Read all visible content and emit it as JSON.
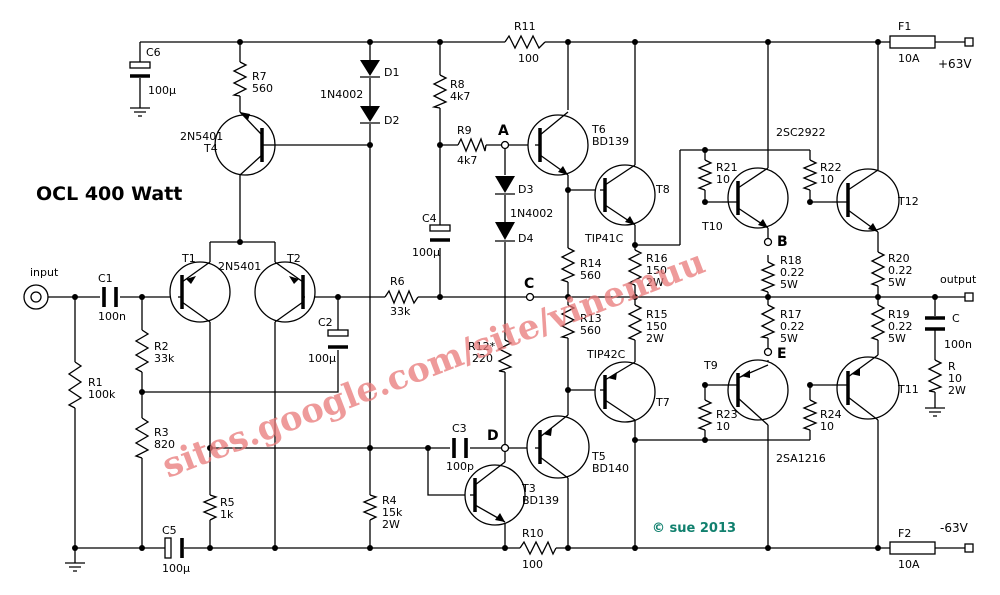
{
  "title": "OCL 400 Watt",
  "copyright": "© sue 2013",
  "watermark": "sites.google.com/site/vinemuu",
  "accent_colors": {
    "copyright": "#11806e",
    "watermark": "#e87878"
  },
  "rails": {
    "positive": "+63V",
    "negative": "-63V"
  },
  "ports": {
    "input": "input",
    "output": "output"
  },
  "nodes": {
    "a": "A",
    "b": "B",
    "c": "C",
    "d": "D",
    "e": "E"
  },
  "resistors": {
    "R1": {
      "name": "R1",
      "value": "100k"
    },
    "R2": {
      "name": "R2",
      "value": "33k"
    },
    "R3": {
      "name": "R3",
      "value": "820"
    },
    "R4": {
      "name": "R4",
      "value": "15k",
      "power": "2W"
    },
    "R5": {
      "name": "R5",
      "value": "1k"
    },
    "R6": {
      "name": "R6",
      "value": "33k"
    },
    "R7": {
      "name": "R7",
      "value": "560"
    },
    "R8": {
      "name": "R8",
      "value": "4k7"
    },
    "R9": {
      "name": "R9",
      "value": "4k7"
    },
    "R10": {
      "name": "R10",
      "value": "100"
    },
    "R11": {
      "name": "R11",
      "value": "100"
    },
    "R12": {
      "name": "R12*",
      "value": "220"
    },
    "R13": {
      "name": "R13",
      "value": "560"
    },
    "R14": {
      "name": "R14",
      "value": "560"
    },
    "R15": {
      "name": "R15",
      "value": "150",
      "power": "2W"
    },
    "R16": {
      "name": "R16",
      "value": "150",
      "power": "2W"
    },
    "R17": {
      "name": "R17",
      "value": "0.22",
      "power": "5W"
    },
    "R18": {
      "name": "R18",
      "value": "0.22",
      "power": "5W"
    },
    "R19": {
      "name": "R19",
      "value": "0.22",
      "power": "5W"
    },
    "R20": {
      "name": "R20",
      "value": "0.22",
      "power": "5W"
    },
    "R21": {
      "name": "R21",
      "value": "10"
    },
    "R22": {
      "name": "R22",
      "value": "10"
    },
    "R23": {
      "name": "R23",
      "value": "10"
    },
    "R24": {
      "name": "R24",
      "value": "10"
    },
    "Rz": {
      "name": "R",
      "value": "10",
      "power": "2W"
    }
  },
  "capacitors": {
    "C1": {
      "name": "C1",
      "value": "100n"
    },
    "C2": {
      "name": "C2",
      "value": "100µ"
    },
    "C3": {
      "name": "C3",
      "value": "100p"
    },
    "C4": {
      "name": "C4",
      "value": "100µ"
    },
    "C5": {
      "name": "C5",
      "value": "100µ"
    },
    "C6": {
      "name": "C6",
      "value": "100µ"
    },
    "Cz": {
      "name": "C",
      "value": "100n"
    }
  },
  "diodes": {
    "D1": "D1",
    "D2": "D2",
    "D3": "D3",
    "D4": "D4",
    "d12_type": "1N4002",
    "d34_type": "1N4002"
  },
  "transistors": {
    "T1": "T1",
    "T2": "T2",
    "pair_type": "2N5401",
    "T3": {
      "name": "T3",
      "type": "BD139"
    },
    "T4": {
      "name": "T4",
      "type": "2N5401"
    },
    "T5": {
      "name": "T5",
      "type": "BD140"
    },
    "T6": {
      "name": "T6",
      "type": "BD139"
    },
    "T7": {
      "name": "T7",
      "type": "TIP42C"
    },
    "T8": {
      "name": "T8",
      "type": "TIP41C"
    },
    "T9": "T9",
    "T10": "T10",
    "T11": "T11",
    "T12": "T12",
    "npn_out_type": "2SC2922",
    "pnp_out_type": "2SA1216"
  },
  "fuses": {
    "F1": {
      "name": "F1",
      "value": "10A"
    },
    "F2": {
      "name": "F2",
      "value": "10A"
    }
  }
}
